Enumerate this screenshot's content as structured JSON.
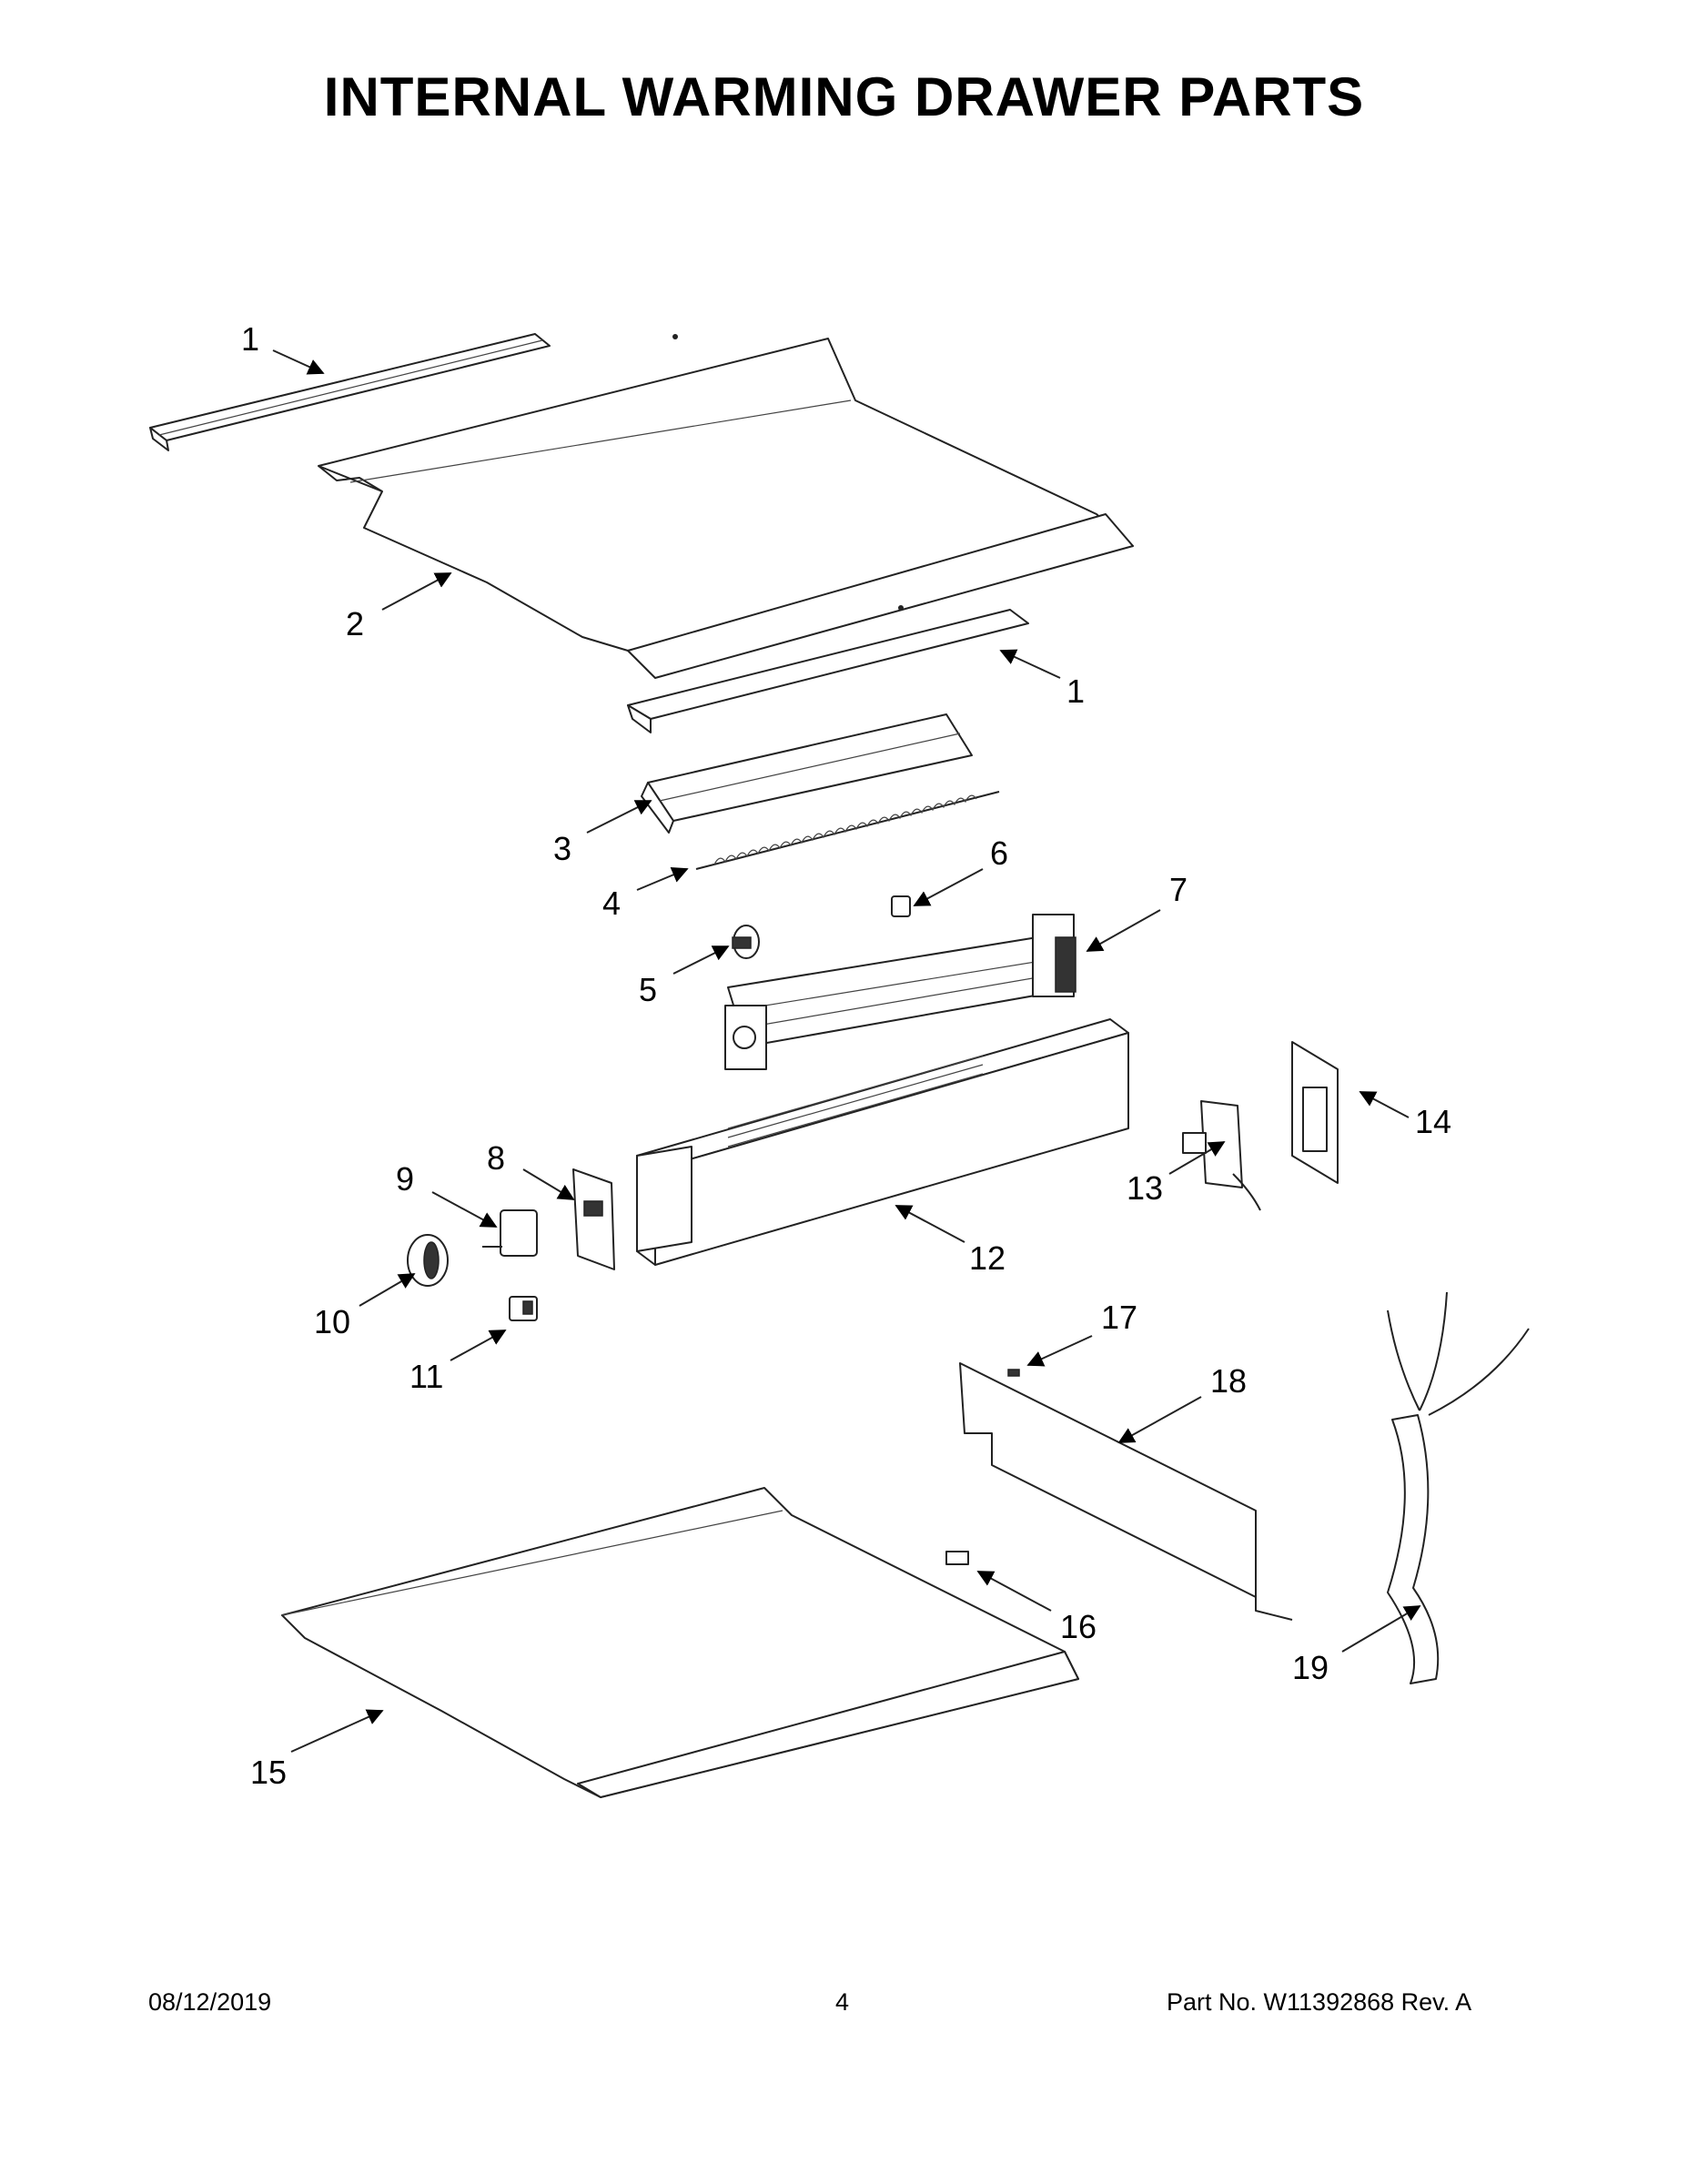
{
  "title": "INTERNAL WARMING DRAWER PARTS",
  "callouts": {
    "c1a": "1",
    "c1b": "1",
    "c2": "2",
    "c3": "3",
    "c4": "4",
    "c5": "5",
    "c6": "6",
    "c7": "7",
    "c8": "8",
    "c9": "9",
    "c10": "10",
    "c11": "11",
    "c12": "12",
    "c13": "13",
    "c14": "14",
    "c15": "15",
    "c16": "16",
    "c17": "17",
    "c18": "18",
    "c19": "19"
  },
  "footer": {
    "date": "08/12/2019",
    "page": "4",
    "part_no": "Part No.  W11392868  Rev.  A"
  }
}
